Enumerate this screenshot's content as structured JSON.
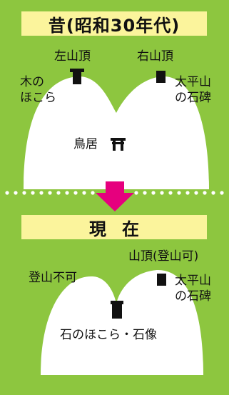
{
  "past": {
    "title": "昔(昭和30年代)",
    "left_peak": "左山頂",
    "right_peak": "右山頂",
    "left_shrine": [
      "木の",
      "ほこら"
    ],
    "right_stone": [
      "太平山",
      "の石碑"
    ],
    "torii": "鳥居"
  },
  "present": {
    "title": "現在",
    "left_status": "登山不可",
    "right_status": "山頂(登山可)",
    "right_stone": [
      "太平山",
      "の石碑"
    ],
    "center": "石のほこら・石像"
  },
  "colors": {
    "background": "#8dc63f",
    "title_bg": "#fbf49c",
    "arrow": "#e6007e",
    "mountain": "#ffffff"
  }
}
